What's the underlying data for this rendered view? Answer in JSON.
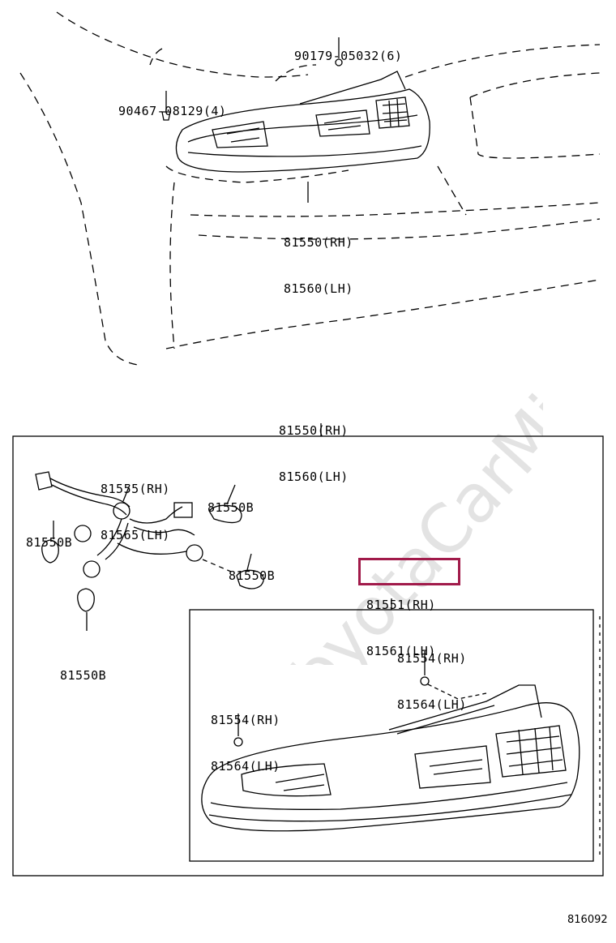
{
  "labels": {
    "screw_top": "90179-05032(6)",
    "clip_left": "90467-08129(4)",
    "lamp_top_rh": "81550(RH)",
    "lamp_top_lh": "81560(LH)",
    "lamp_box_rh": "81550(RH)",
    "lamp_box_lh": "81560(LH)",
    "socket_rh": "81555(RH)",
    "socket_lh": "81565(LH)",
    "bulb_1": "81550B",
    "bulb_2": "81550B",
    "bulb_3": "81550B",
    "bulb_4": "81550B",
    "lens_rh": "81551(RH)",
    "lens_lh": "81561(LH)",
    "gasket_right_rh": "81554(RH)",
    "gasket_right_lh": "81564(LH)",
    "gasket_left_rh": "81554(RH)",
    "gasket_left_lh": "81564(LH)",
    "diagram_number": "816092"
  },
  "watermark": "ToyotaCarMine.ru",
  "colors": {
    "highlight": "#a11a4a",
    "line": "#000000",
    "watermark": "#d9d9d9"
  }
}
